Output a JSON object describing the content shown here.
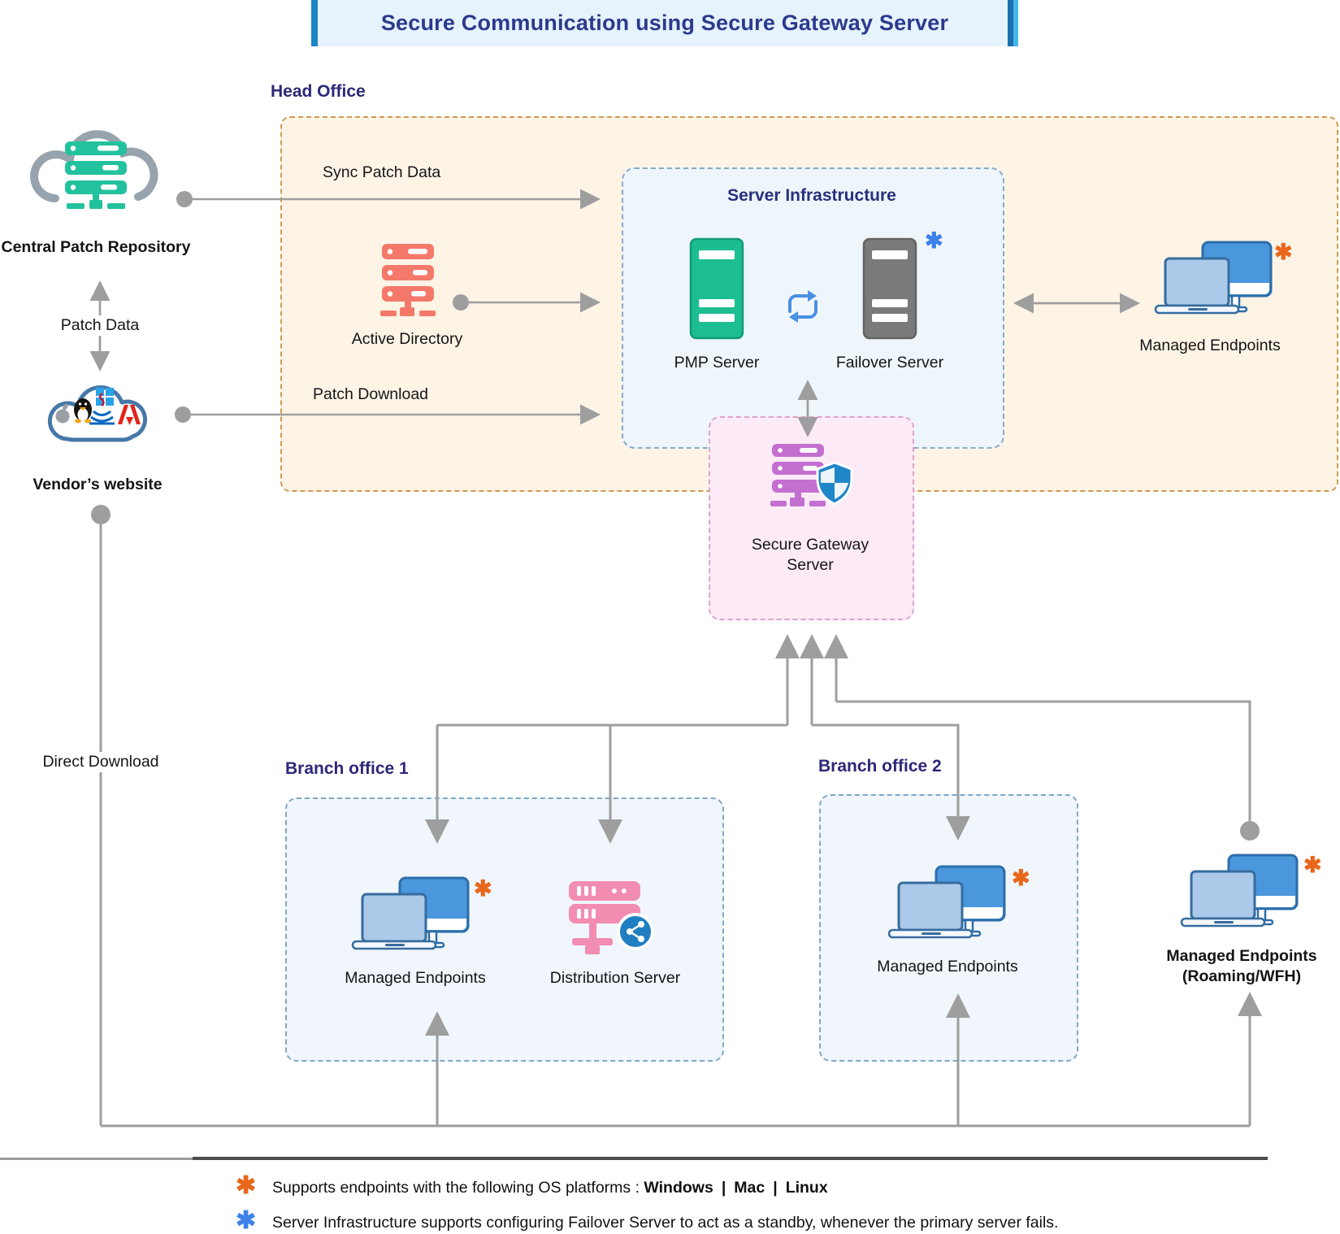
{
  "title": "Secure Communication using Secure Gateway Server",
  "sections": {
    "head_office": "Head Office",
    "server_infrastructure": "Server Infrastructure",
    "branch_office_1": "Branch office 1",
    "branch_office_2": "Branch office 2"
  },
  "nodes": {
    "central_patch_repository": "Central Patch Repository",
    "vendors_website": "Vendor’s website",
    "active_directory": "Active Directory",
    "pmp_server": "PMP Server",
    "failover_server": "Failover Server",
    "managed_endpoints_ho": "Managed Endpoints",
    "secure_gateway_line1": "Secure Gateway",
    "secure_gateway_line2": "Server",
    "managed_endpoints_bo1": "Managed Endpoints",
    "distribution_server": "Distribution Server",
    "managed_endpoints_bo2": "Managed Endpoints",
    "managed_endpoints_roaming_line1": "Managed Endpoints",
    "managed_endpoints_roaming_line2": "(Roaming/WFH)"
  },
  "edges": {
    "sync_patch_data": "Sync Patch Data",
    "patch_data": "Patch Data",
    "patch_download": "Patch Download",
    "direct_download": "Direct Download"
  },
  "badges": {
    "os_asterisk": "✱",
    "failover_asterisk": "✱"
  },
  "legend": {
    "asterisk": "✱",
    "os_note_prefix": "Supports endpoints with the following OS platforms : ",
    "os_items": [
      "Windows",
      "Mac",
      "Linux"
    ],
    "os_separator": "|",
    "failover_note": "Server Infrastructure supports configuring Failover Server to act as a standby, whenever the primary server fails."
  },
  "colors": {
    "accent_orange": "#e8671b",
    "accent_blue": "#3c82e8",
    "repo_teal": "#23c29e",
    "active_directory_red": "#f4796b",
    "pmp_green": "#1dbd92",
    "failover_gray": "#7a7a7a",
    "gateway_purple": "#c36fd0",
    "distribution_pink": "#f28cb1",
    "connector_gray": "#9e9e9e"
  }
}
